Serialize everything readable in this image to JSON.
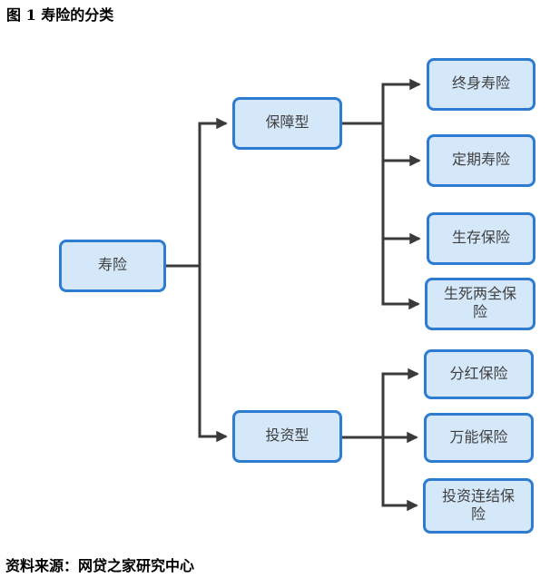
{
  "title": "图 1  寿险的分类",
  "source_note": "资料来源：网贷之家研究中心",
  "colors": {
    "box_fill": "#d5e8fa",
    "box_border": "#2e7cd1",
    "connector": "#3a3a3a",
    "box_text": "#3f3f3f",
    "caption_text": "#000000"
  },
  "diagram": {
    "type": "tree",
    "root": {
      "label": "寿险"
    },
    "branches": [
      {
        "label": "保障型",
        "children": [
          {
            "label": "终身寿险"
          },
          {
            "label": "定期寿险"
          },
          {
            "label": "生存保险"
          },
          {
            "label": "生死两全保险"
          }
        ]
      },
      {
        "label": "投资型",
        "children": [
          {
            "label": "分红保险"
          },
          {
            "label": "万能保险"
          },
          {
            "label": "投资连结保险"
          }
        ]
      }
    ]
  }
}
